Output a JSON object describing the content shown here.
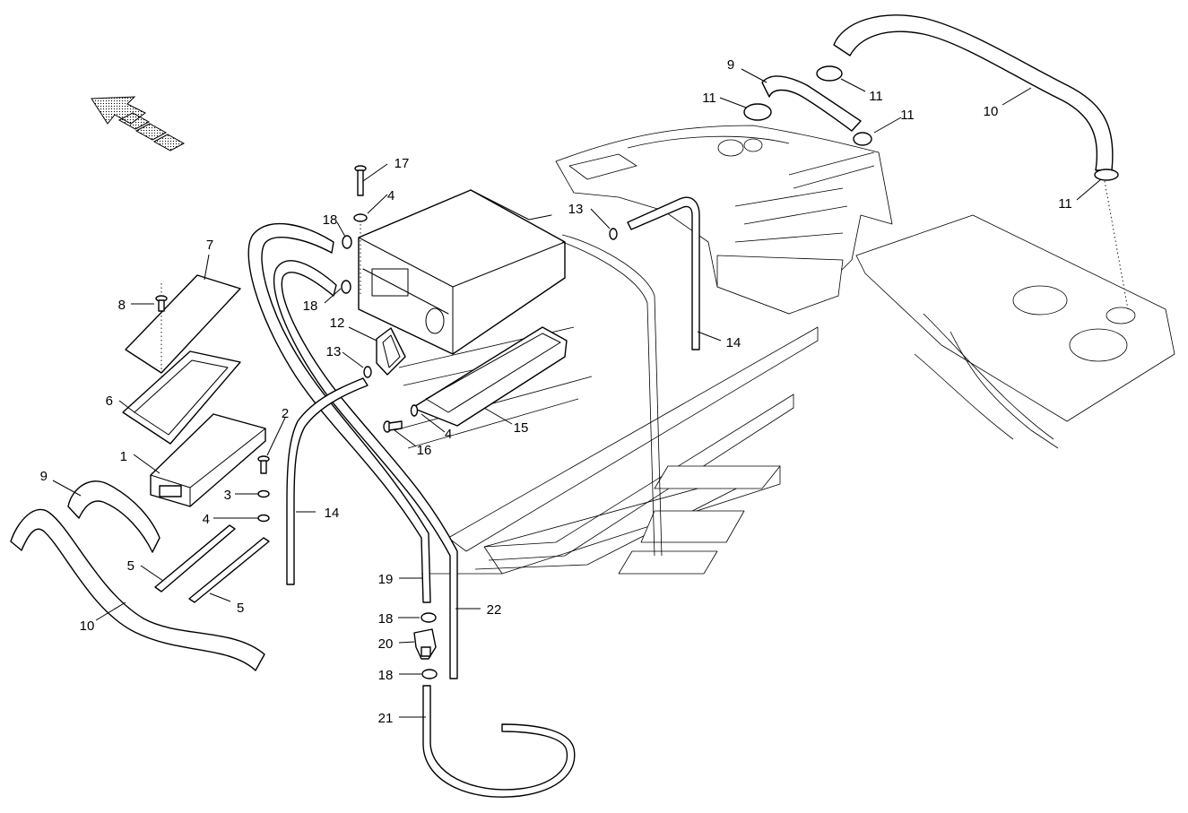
{
  "direction_arrow": {
    "icon": "forward-direction-arrow-icon"
  },
  "callouts": [
    {
      "id": "c1",
      "text": "1"
    },
    {
      "id": "c2",
      "text": "2"
    },
    {
      "id": "c3",
      "text": "3"
    },
    {
      "id": "c4a",
      "text": "4"
    },
    {
      "id": "c4b",
      "text": "4"
    },
    {
      "id": "c4c",
      "text": "4"
    },
    {
      "id": "c5a",
      "text": "5"
    },
    {
      "id": "c5b",
      "text": "5"
    },
    {
      "id": "c6",
      "text": "6"
    },
    {
      "id": "c7",
      "text": "7"
    },
    {
      "id": "c8",
      "text": "8"
    },
    {
      "id": "c9a",
      "text": "9"
    },
    {
      "id": "c9b",
      "text": "9"
    },
    {
      "id": "c10a",
      "text": "10"
    },
    {
      "id": "c10b",
      "text": "10"
    },
    {
      "id": "c11a",
      "text": "11"
    },
    {
      "id": "c11b",
      "text": "11"
    },
    {
      "id": "c11c",
      "text": "11"
    },
    {
      "id": "c11d",
      "text": "11"
    },
    {
      "id": "c12",
      "text": "12"
    },
    {
      "id": "c13a",
      "text": "13"
    },
    {
      "id": "c13b",
      "text": "13"
    },
    {
      "id": "c14a",
      "text": "14"
    },
    {
      "id": "c14b",
      "text": "14"
    },
    {
      "id": "c15",
      "text": "15"
    },
    {
      "id": "c16",
      "text": "16"
    },
    {
      "id": "c17",
      "text": "17"
    },
    {
      "id": "c18a",
      "text": "18"
    },
    {
      "id": "c18b",
      "text": "18"
    },
    {
      "id": "c18c",
      "text": "18"
    },
    {
      "id": "c18d",
      "text": "18"
    },
    {
      "id": "c19",
      "text": "19"
    },
    {
      "id": "c20",
      "text": "20"
    },
    {
      "id": "c21",
      "text": "21"
    },
    {
      "id": "c22",
      "text": "22"
    }
  ]
}
